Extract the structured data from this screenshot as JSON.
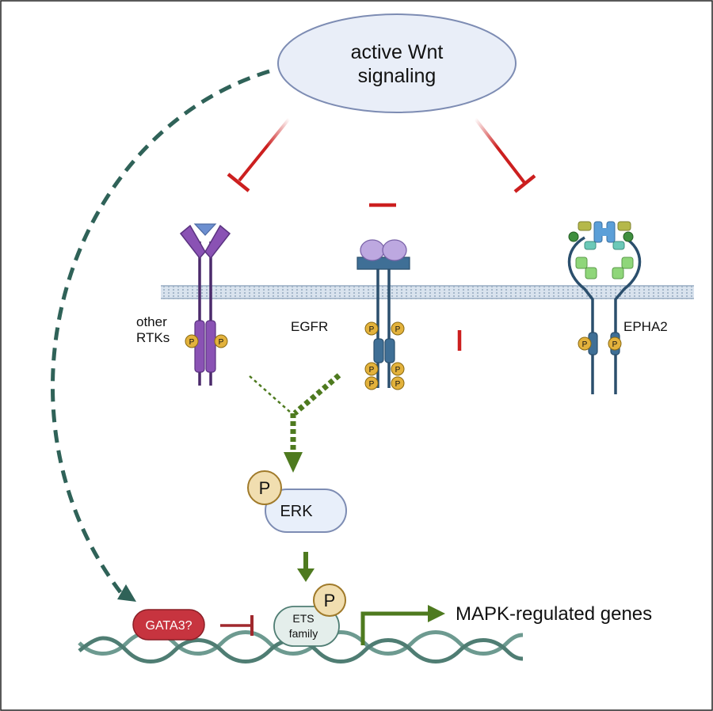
{
  "nodes": {
    "wnt": {
      "line1": "active Wnt",
      "line2": "signaling"
    },
    "other_rtks": {
      "line1": "other",
      "line2": "RTKs"
    },
    "egfr": "EGFR",
    "epha2": "EPHA2",
    "erk": "ERK",
    "ets": {
      "line1": "ETS",
      "line2": "family"
    },
    "gata3": "GATA3?",
    "genes": "MAPK-regulated genes"
  },
  "phospho_label": "P",
  "colors": {
    "inhibition": "#cc1f1f",
    "wnt_arrow": "#2f6258",
    "activation": "#4e7a1f",
    "other_rtk": "#8a52b4",
    "egfr": "#3f6f96",
    "phospho": "#e3b23c",
    "gata3": "#c7343f",
    "dna": "#6d9a90"
  }
}
